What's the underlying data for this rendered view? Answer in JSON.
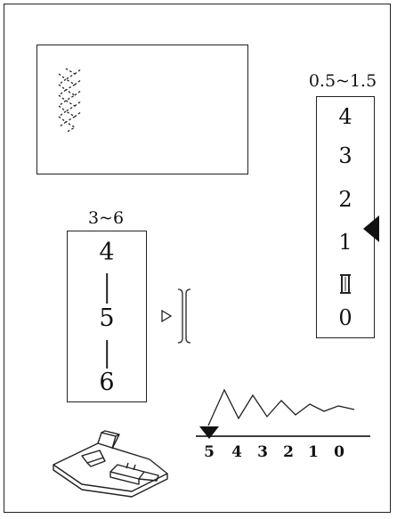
{
  "right_dial": {
    "range_label": "0.5~1.5",
    "numbers": [
      "4",
      "3",
      "2",
      "1",
      "0"
    ],
    "buttonhole_icon": "buttonhole-symbol-icon",
    "pointer_icon": "triangle-pointer-left-icon",
    "selected": "1"
  },
  "left_dial": {
    "range_label": "3~6",
    "numbers": [
      "4",
      "5",
      "6"
    ]
  },
  "stitch_preview": {
    "pattern_icon": "multi-zigzag-stitch-icon"
  },
  "presser_foot": {
    "icon": "presser-foot-icon",
    "pointer_icon": "triangle-pointer-right-icon"
  },
  "width_scale": {
    "numbers": [
      "5",
      "4",
      "3",
      "2",
      "1",
      "0"
    ],
    "pointer_icon": "triangle-pointer-down-icon",
    "selected": "5"
  },
  "colors": {
    "line": "#222222",
    "background": "#ffffff"
  }
}
